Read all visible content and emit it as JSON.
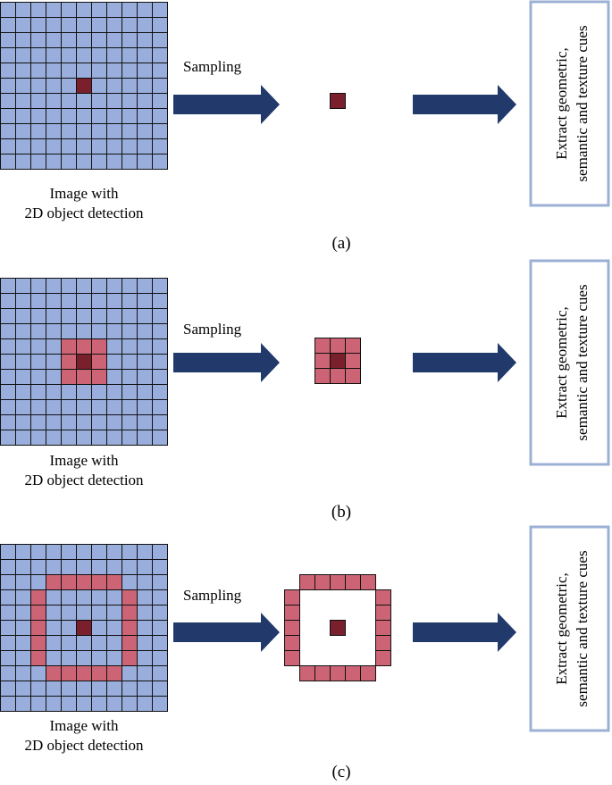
{
  "colors": {
    "grid_fill": "#99aedd",
    "grid_line": "#111111",
    "ring_fill": "#cd6476",
    "center_fill": "#7a1f2c",
    "arrow_fill": "#213a6b",
    "box_border": "#9cb0d6"
  },
  "panels": [
    {
      "caption": "(a)",
      "image_label_line1": "Image with",
      "image_label_line2": "2D object detection",
      "sampling_label": "Sampling",
      "box_line1": "Extract geometric,",
      "box_line2": "semantic and texture cues",
      "sampled_pattern": "center"
    },
    {
      "caption": "(b)",
      "image_label_line1": "Image with",
      "image_label_line2": "2D object detection",
      "sampling_label": "Sampling",
      "box_line1": "Extract geometric,",
      "box_line2": "semantic and texture cues",
      "sampled_pattern": "3x3 neighborhood"
    },
    {
      "caption": "(c)",
      "image_label_line1": "Image with",
      "image_label_line2": "2D object detection",
      "sampling_label": "Sampling",
      "box_line1": "Extract geometric,",
      "box_line2": "semantic and texture cues",
      "sampled_pattern": "ring with center"
    }
  ]
}
